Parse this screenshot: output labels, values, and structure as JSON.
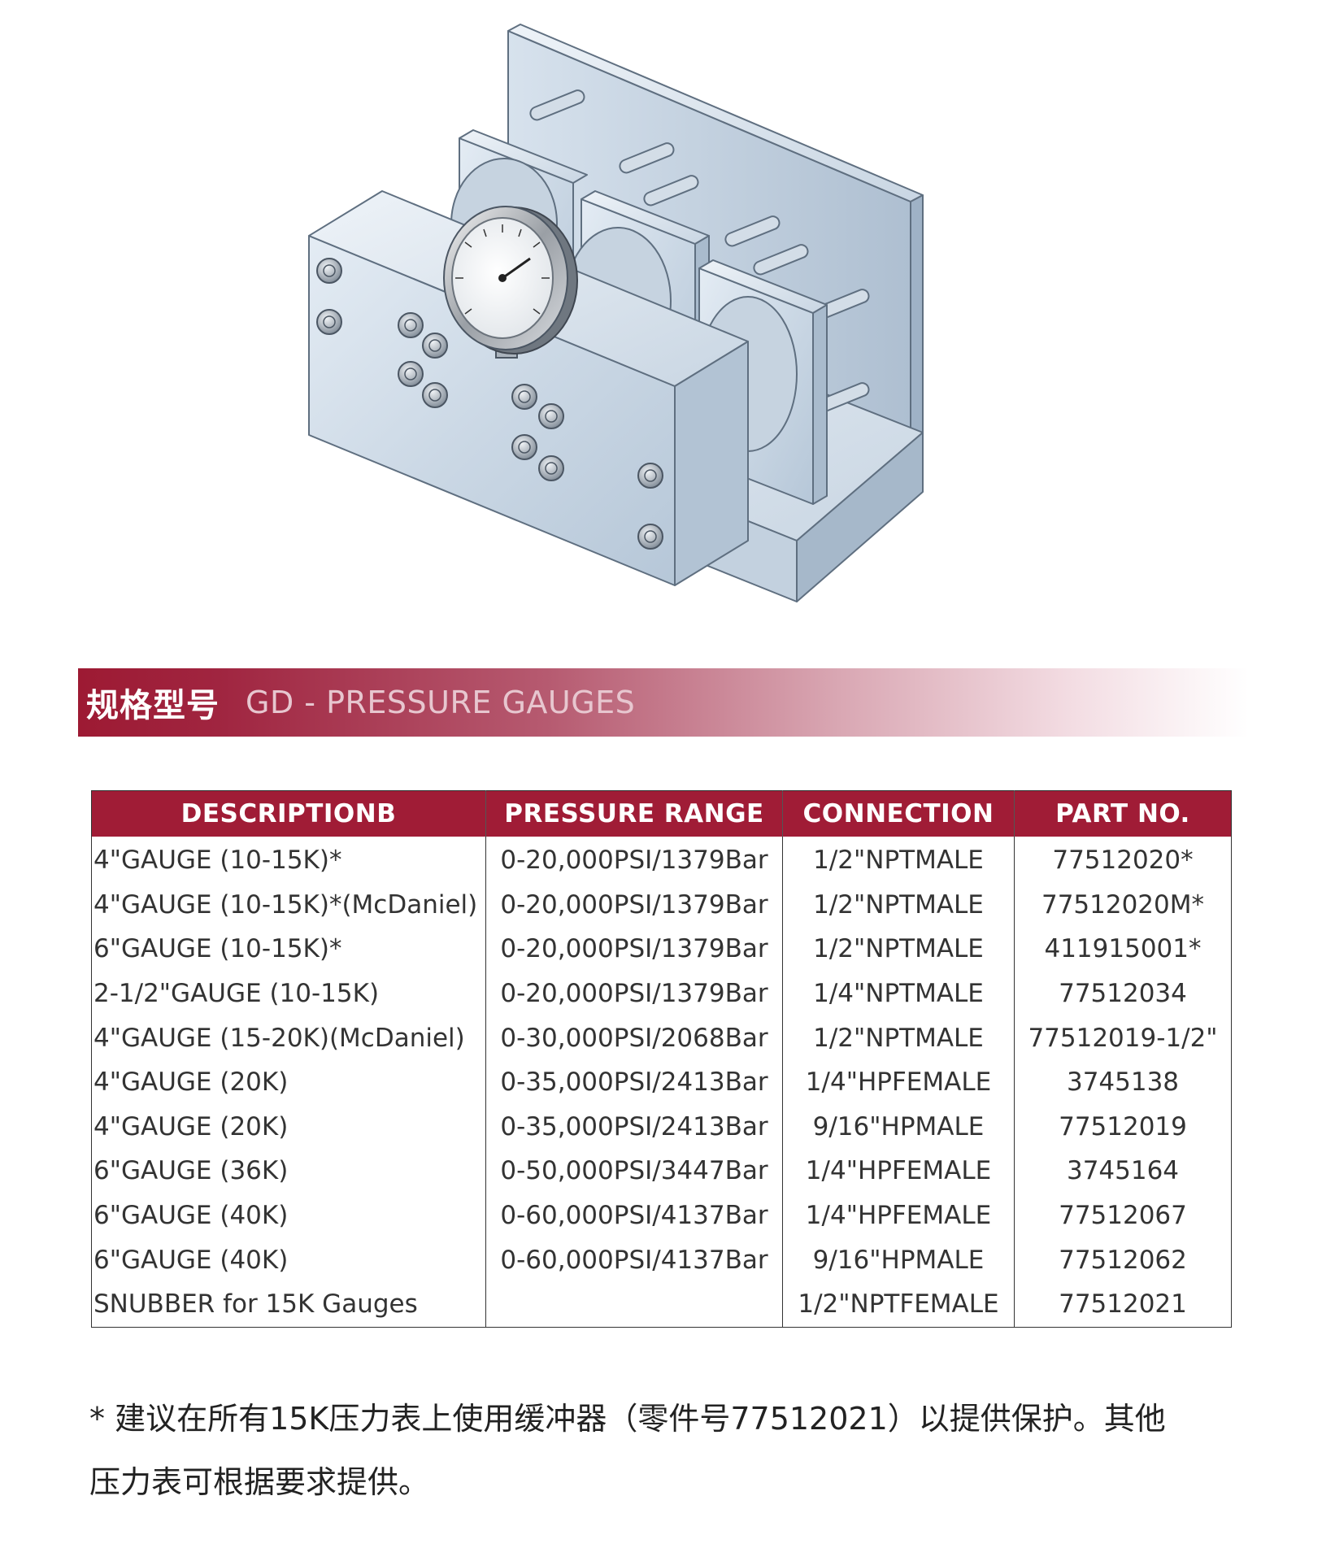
{
  "section": {
    "title_cn": "规格型号",
    "title_en": "GD - PRESSURE GAUGES"
  },
  "table": {
    "headers": [
      "DESCRIPTIONB",
      "PRESSURE  RANGE",
      "CONNECTION",
      "PART NO."
    ],
    "rows": [
      [
        "4\"GAUGE (10-15K)*",
        "0-20,000PSI/1379Bar",
        "1/2\"NPTMALE",
        "77512020*"
      ],
      [
        "4\"GAUGE (10-15K)*(McDaniel)",
        "0-20,000PSI/1379Bar",
        "1/2\"NPTMALE",
        "77512020M*"
      ],
      [
        "6\"GAUGE (10-15K)*",
        "0-20,000PSI/1379Bar",
        "1/2\"NPTMALE",
        "411915001*"
      ],
      [
        "2-1/2\"GAUGE (10-15K)",
        "0-20,000PSI/1379Bar",
        "1/4\"NPTMALE",
        "77512034"
      ],
      [
        "4\"GAUGE (15-20K)(McDaniel)",
        "0-30,000PSI/2068Bar",
        "1/2\"NPTMALE",
        "77512019-1/2\""
      ],
      [
        "4\"GAUGE (20K)",
        "0-35,000PSI/2413Bar",
        "1/4\"HPFEMALE",
        "3745138"
      ],
      [
        "4\"GAUGE (20K)",
        "0-35,000PSI/2413Bar",
        "9/16\"HPMALE",
        "77512019"
      ],
      [
        "6\"GAUGE (36K)",
        "0-50,000PSI/3447Bar",
        "1/4\"HPFEMALE",
        "3745164"
      ],
      [
        "6\"GAUGE (40K)",
        "0-60,000PSI/4137Bar",
        "1/4\"HPFEMALE",
        "77512067"
      ],
      [
        "6\"GAUGE (40K)",
        "0-60,000PSI/4137Bar",
        "9/16\"HPMALE",
        "77512062"
      ],
      [
        "SNUBBER for 15K Gauges",
        "",
        "1/2\"NPTFEMALE",
        "77512021"
      ]
    ]
  },
  "footnote": {
    "line1": "* 建议在所有15K压力表上使用缓冲器（零件号77512021）以提供保护。其他",
    "line2": "压力表可根据要求提供。"
  },
  "colors": {
    "brand_red": "#a01c36",
    "header_text": "#ffffff",
    "body_text": "#333333"
  },
  "illustration": {
    "subject": "pressure-gauge-mounting-assembly",
    "icon": "pressure-gauge-icon"
  }
}
